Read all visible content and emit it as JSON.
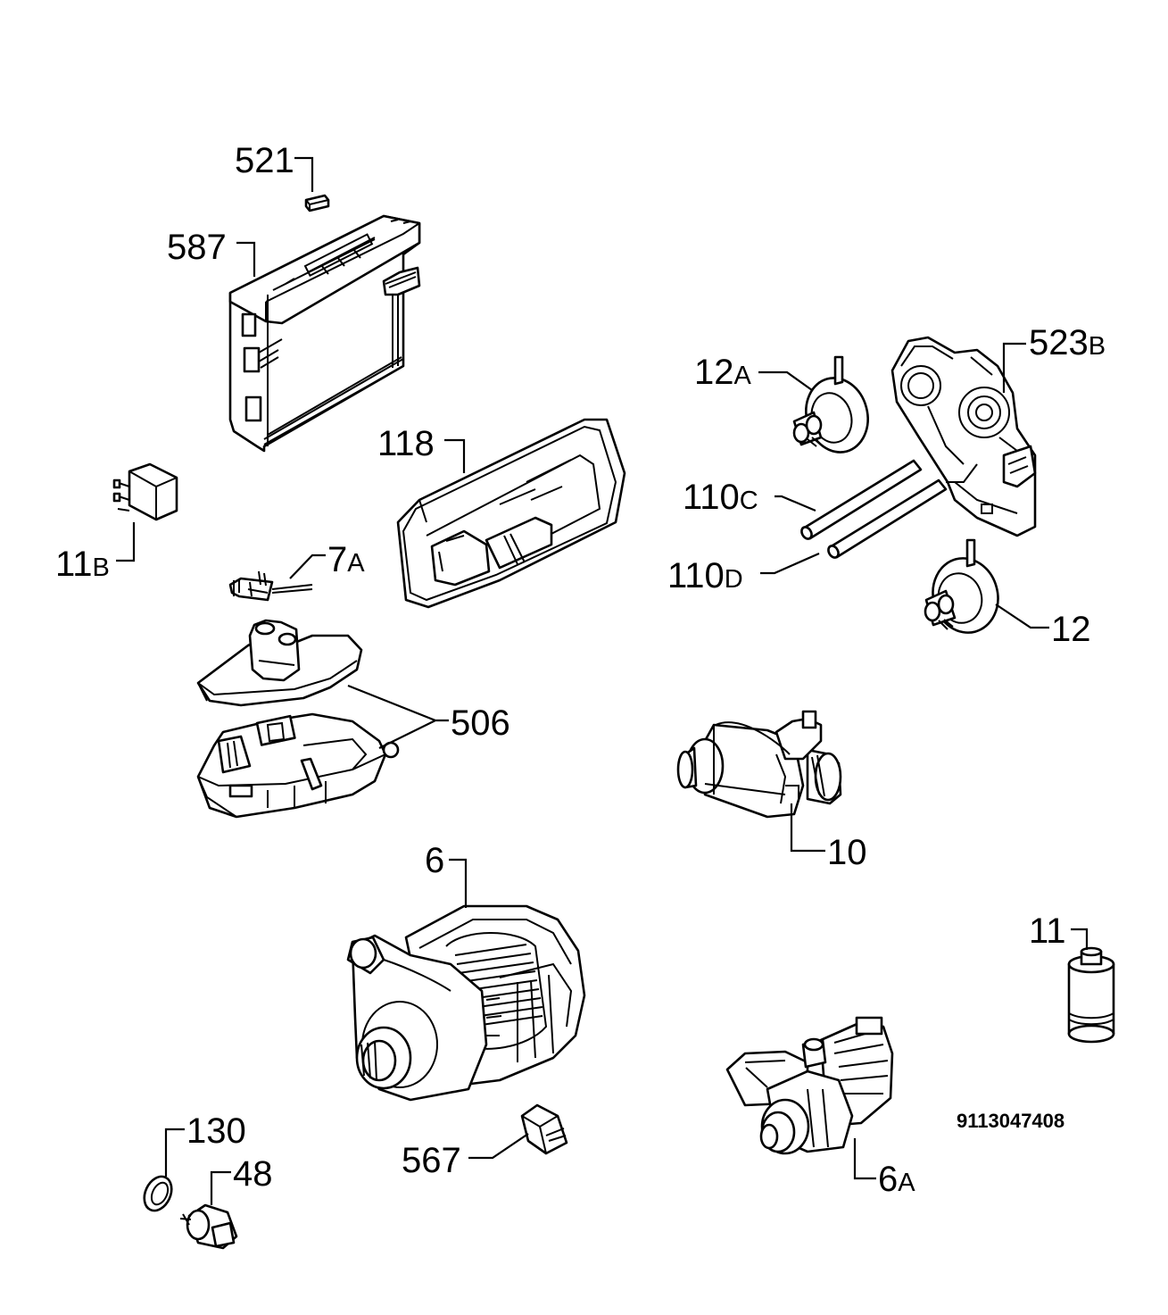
{
  "diagram": {
    "document_id": "9113047408",
    "callouts": [
      {
        "part": "521",
        "num": "521",
        "suffix": ""
      },
      {
        "part": "587",
        "num": "587",
        "suffix": ""
      },
      {
        "part": "118",
        "num": "118",
        "suffix": ""
      },
      {
        "part": "11B",
        "num": "11",
        "suffix": "B"
      },
      {
        "part": "7A",
        "num": "7",
        "suffix": "A"
      },
      {
        "part": "506",
        "num": "506",
        "suffix": ""
      },
      {
        "part": "12A",
        "num": "12",
        "suffix": "A"
      },
      {
        "part": "523B",
        "num": "523",
        "suffix": "B"
      },
      {
        "part": "110C",
        "num": "110",
        "suffix": "C"
      },
      {
        "part": "110D",
        "num": "110",
        "suffix": "D"
      },
      {
        "part": "12",
        "num": "12",
        "suffix": ""
      },
      {
        "part": "10",
        "num": "10",
        "suffix": ""
      },
      {
        "part": "6",
        "num": "6",
        "suffix": ""
      },
      {
        "part": "11",
        "num": "11",
        "suffix": ""
      },
      {
        "part": "130",
        "num": "130",
        "suffix": ""
      },
      {
        "part": "48",
        "num": "48",
        "suffix": ""
      },
      {
        "part": "567",
        "num": "567",
        "suffix": ""
      },
      {
        "part": "6A",
        "num": "6",
        "suffix": "A"
      }
    ]
  }
}
